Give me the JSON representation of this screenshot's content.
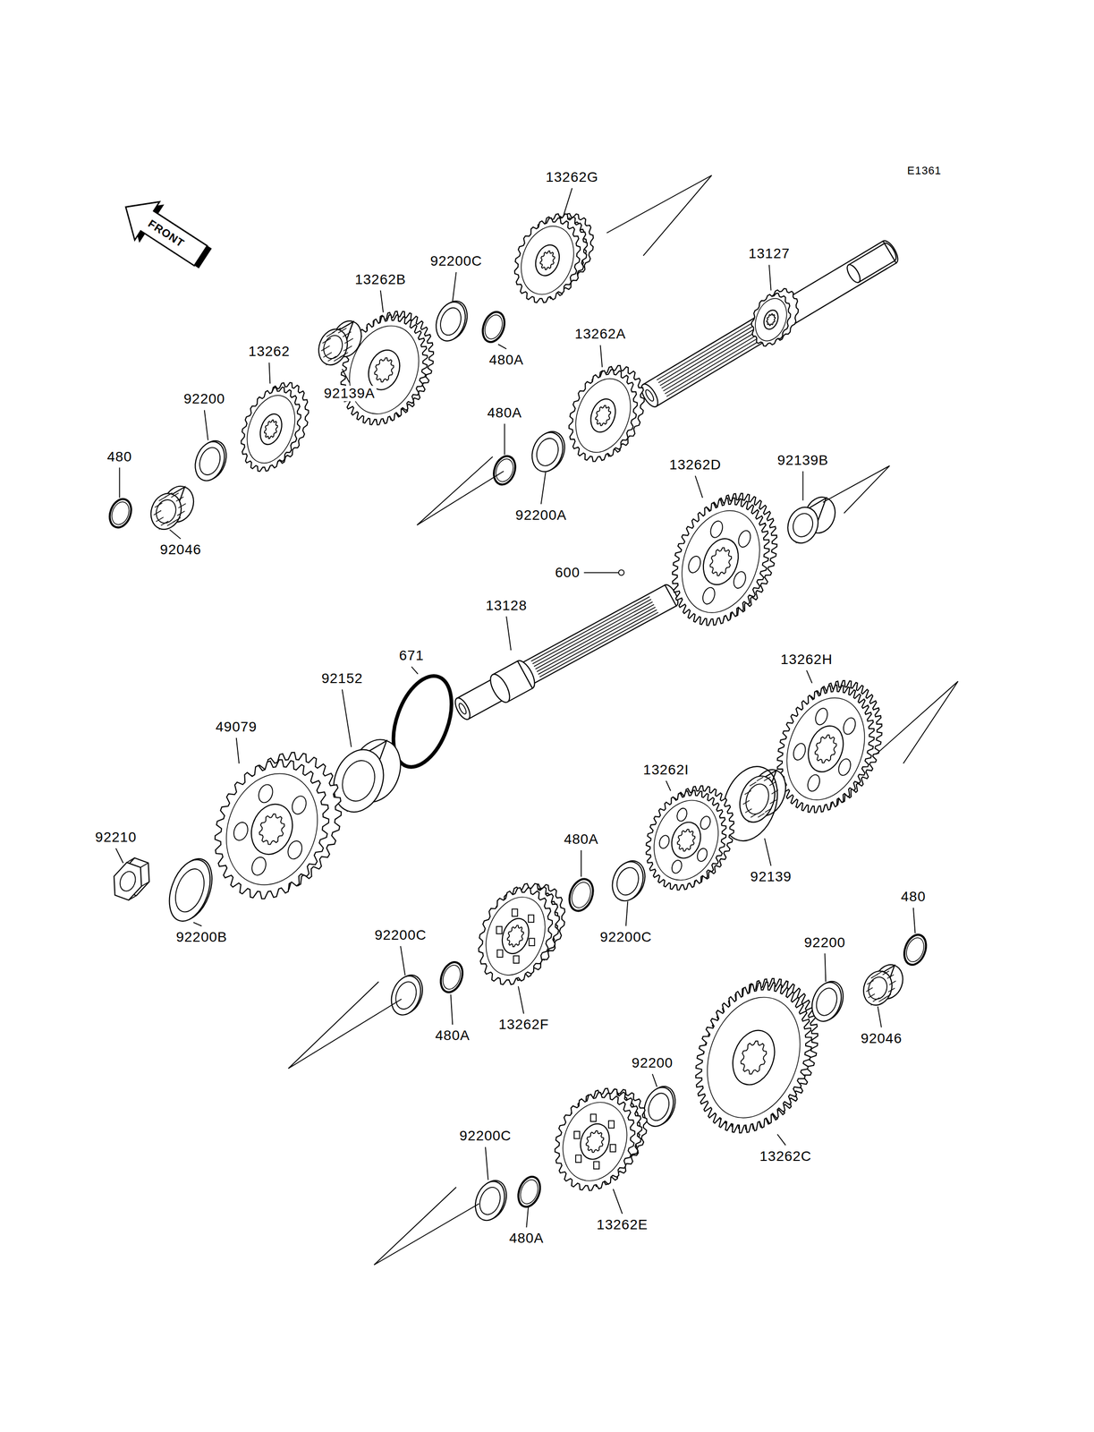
{
  "diagram": {
    "labels": [
      "E1361",
      "13262G",
      "FRONT",
      "13127",
      "92200C",
      "13262B",
      "13262A",
      "13262",
      "480A",
      "92139A",
      "92200",
      "480A",
      "480",
      "92139B",
      "13262D",
      "92200A",
      "92046",
      "600",
      "13128",
      "671",
      "13262H",
      "92152",
      "49079",
      "13262I",
      "92210",
      "480A",
      "92139",
      "480",
      "92200B",
      "92200C",
      "92200C",
      "92200",
      "13262F",
      "480A",
      "92046",
      "92200",
      "92200C",
      "13262C",
      "13262E",
      "480A"
    ]
  }
}
